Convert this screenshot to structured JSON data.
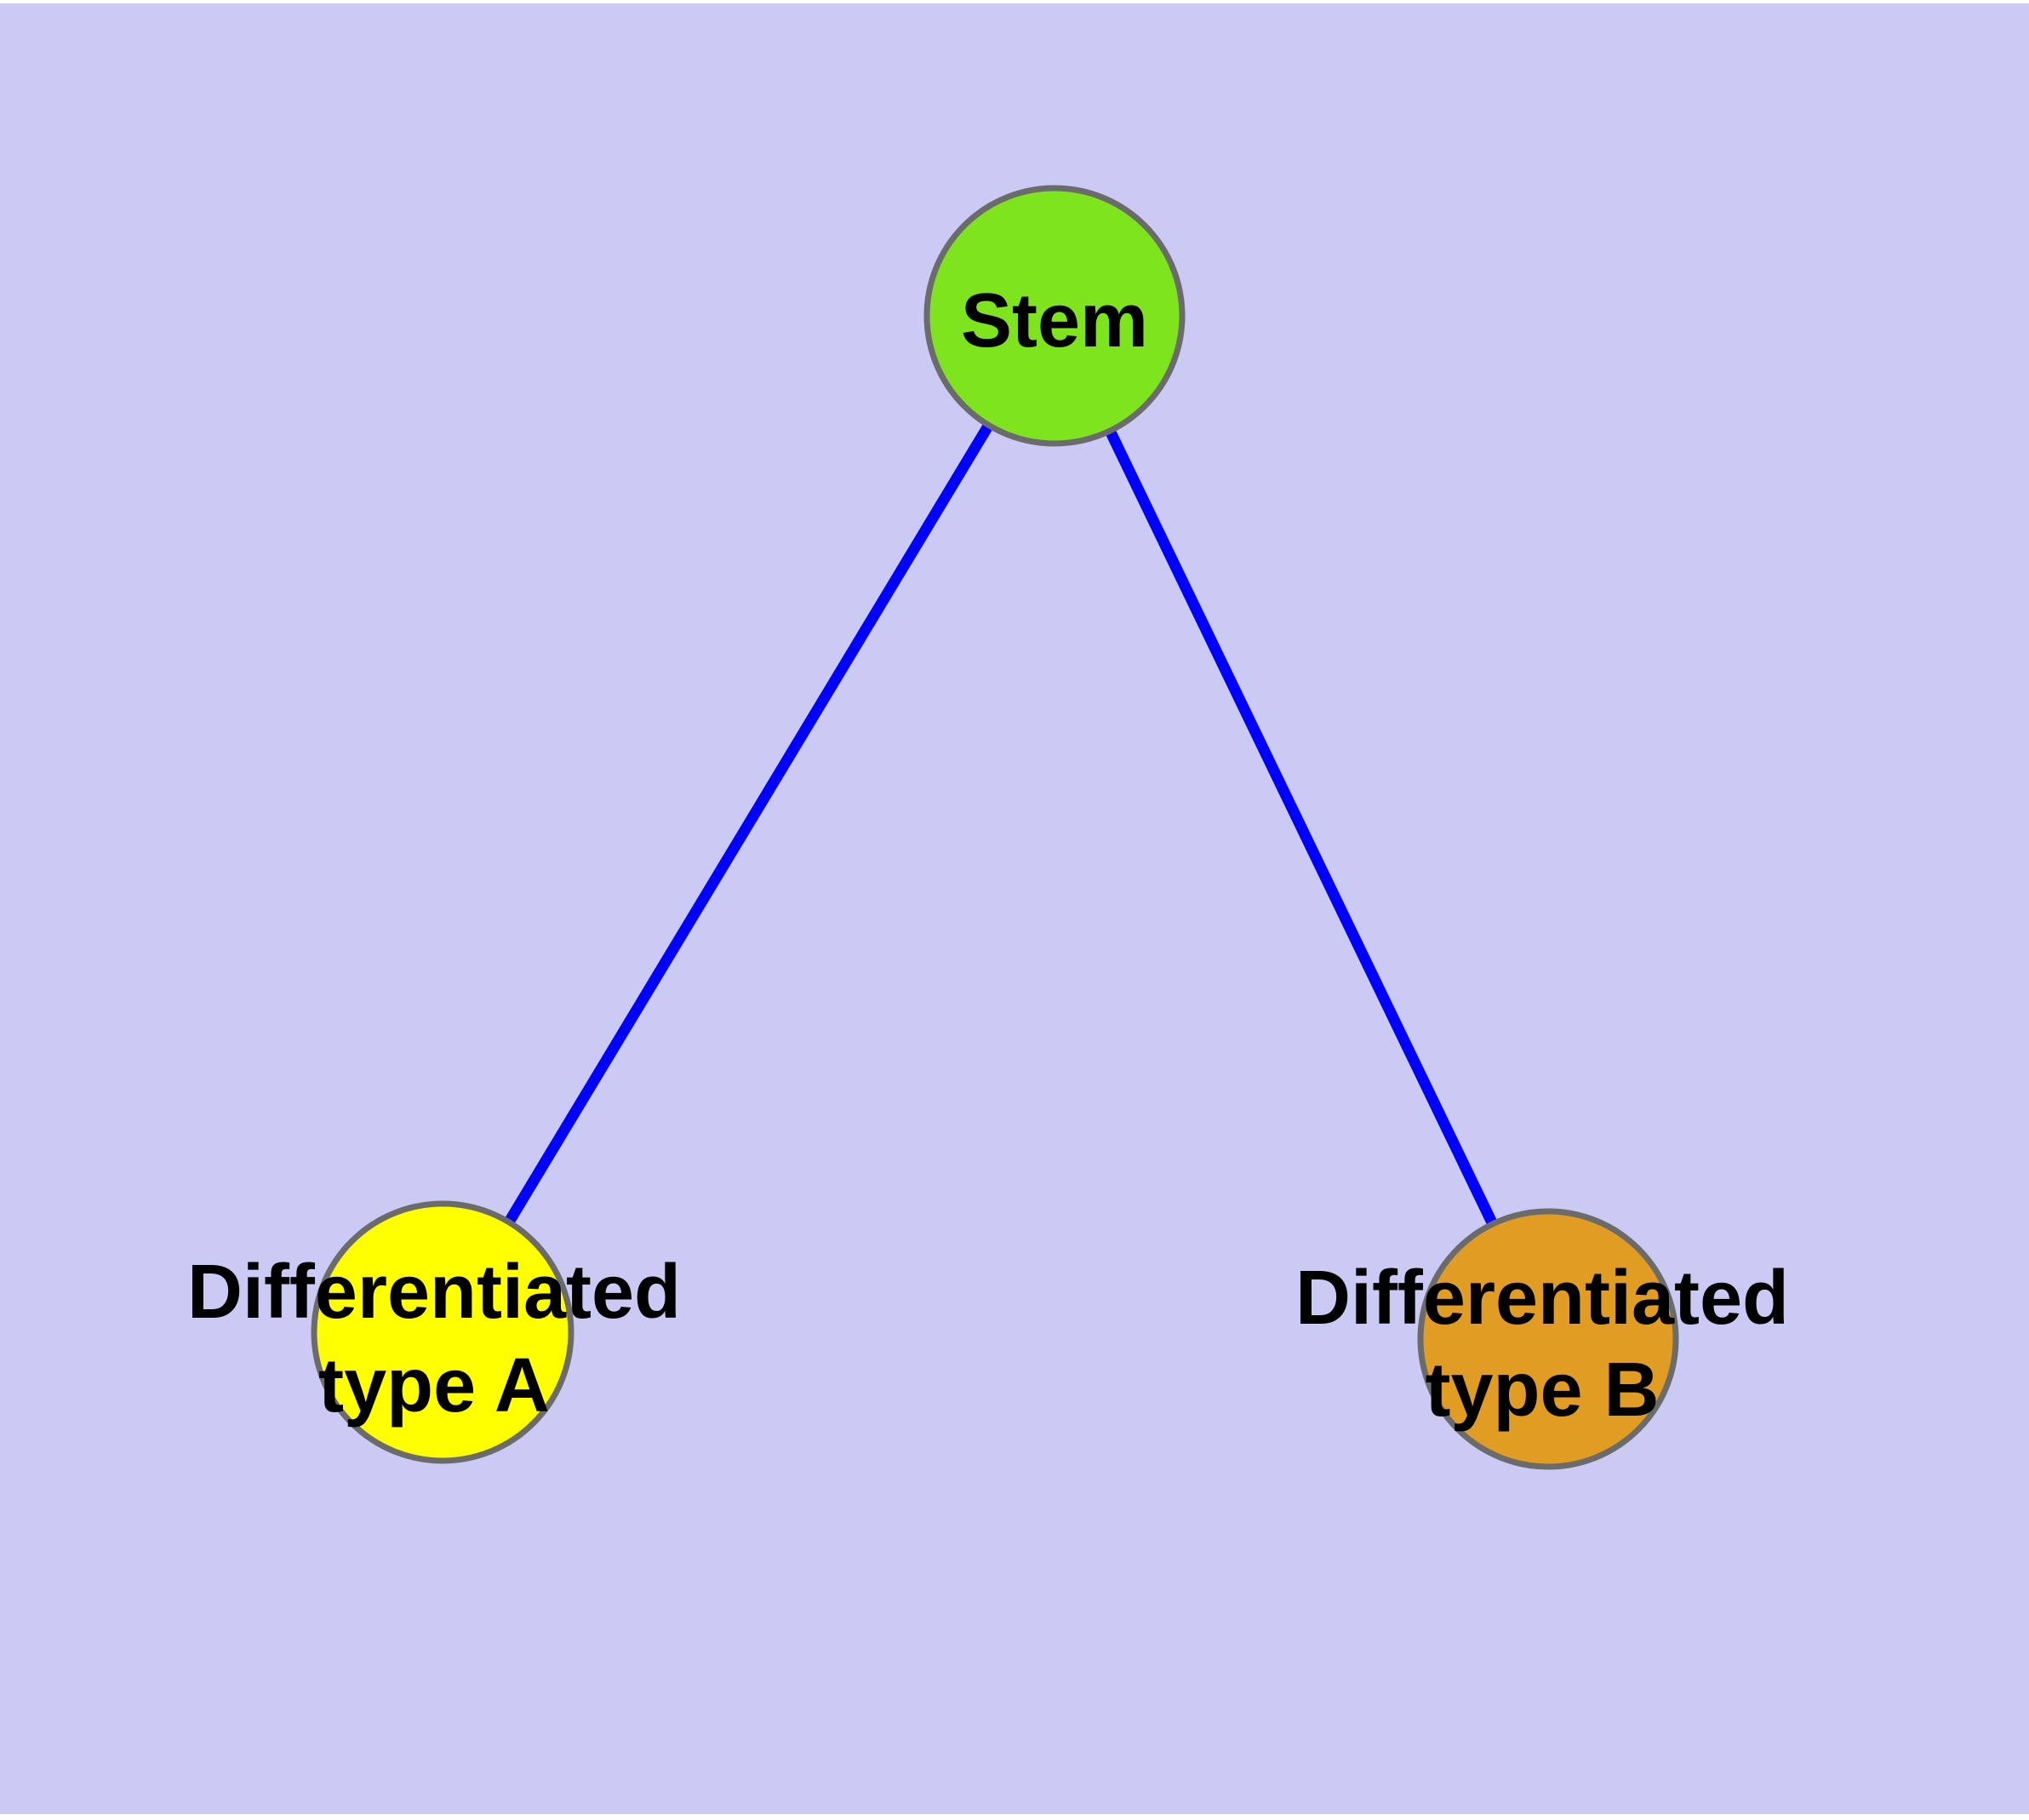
{
  "diagram": {
    "background_color": "#CACAF5",
    "page_margin_color": "#FFFFFF",
    "edge_color": "#0000FF",
    "node_border_color": "#6B6B6B",
    "label_color": "#000000",
    "nodes": [
      {
        "id": "stem",
        "label": "Stem",
        "fill_color": "#7DE41E"
      },
      {
        "id": "differentiated-type-a",
        "label_line1": "Differentiated",
        "label_line2": "type A",
        "fill_color": "#FFFF00"
      },
      {
        "id": "differentiated-type-b",
        "label_line1": "Differentiated",
        "label_line2": "type B",
        "fill_color": "#E09C23"
      }
    ],
    "edges": [
      {
        "from": "stem",
        "to": "differentiated-type-a"
      },
      {
        "from": "stem",
        "to": "differentiated-type-b"
      }
    ]
  }
}
